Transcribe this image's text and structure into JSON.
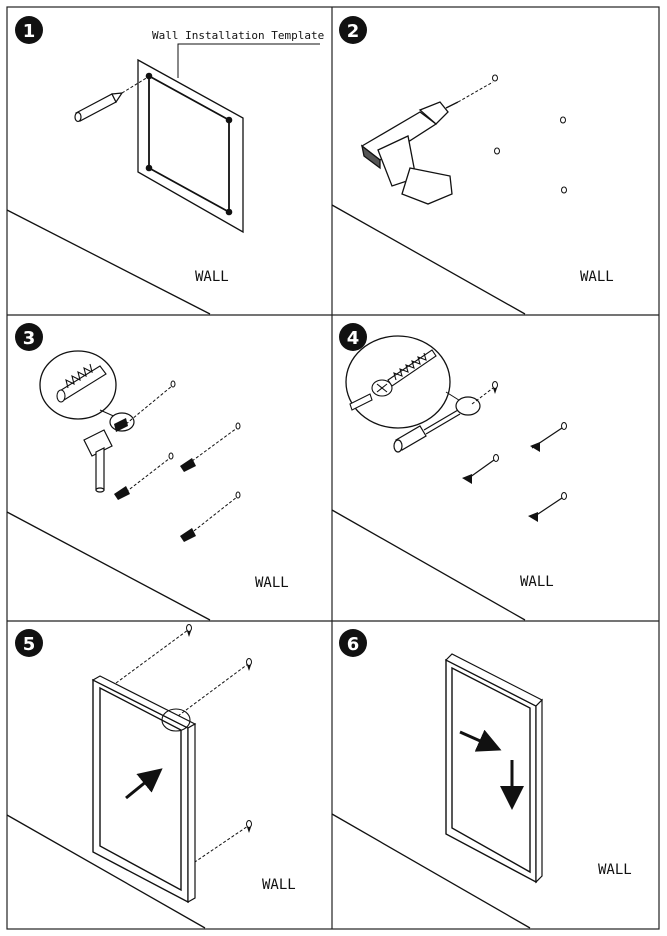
{
  "steps": [
    {
      "number": "1",
      "wall_label": "WALL",
      "template_label": "Wall Installation Template"
    },
    {
      "number": "2",
      "wall_label": "WALL"
    },
    {
      "number": "3",
      "wall_label": "WALL"
    },
    {
      "number": "4",
      "wall_label": "WALL"
    },
    {
      "number": "5",
      "wall_label": "WALL"
    },
    {
      "number": "6",
      "wall_label": "WALL"
    }
  ]
}
